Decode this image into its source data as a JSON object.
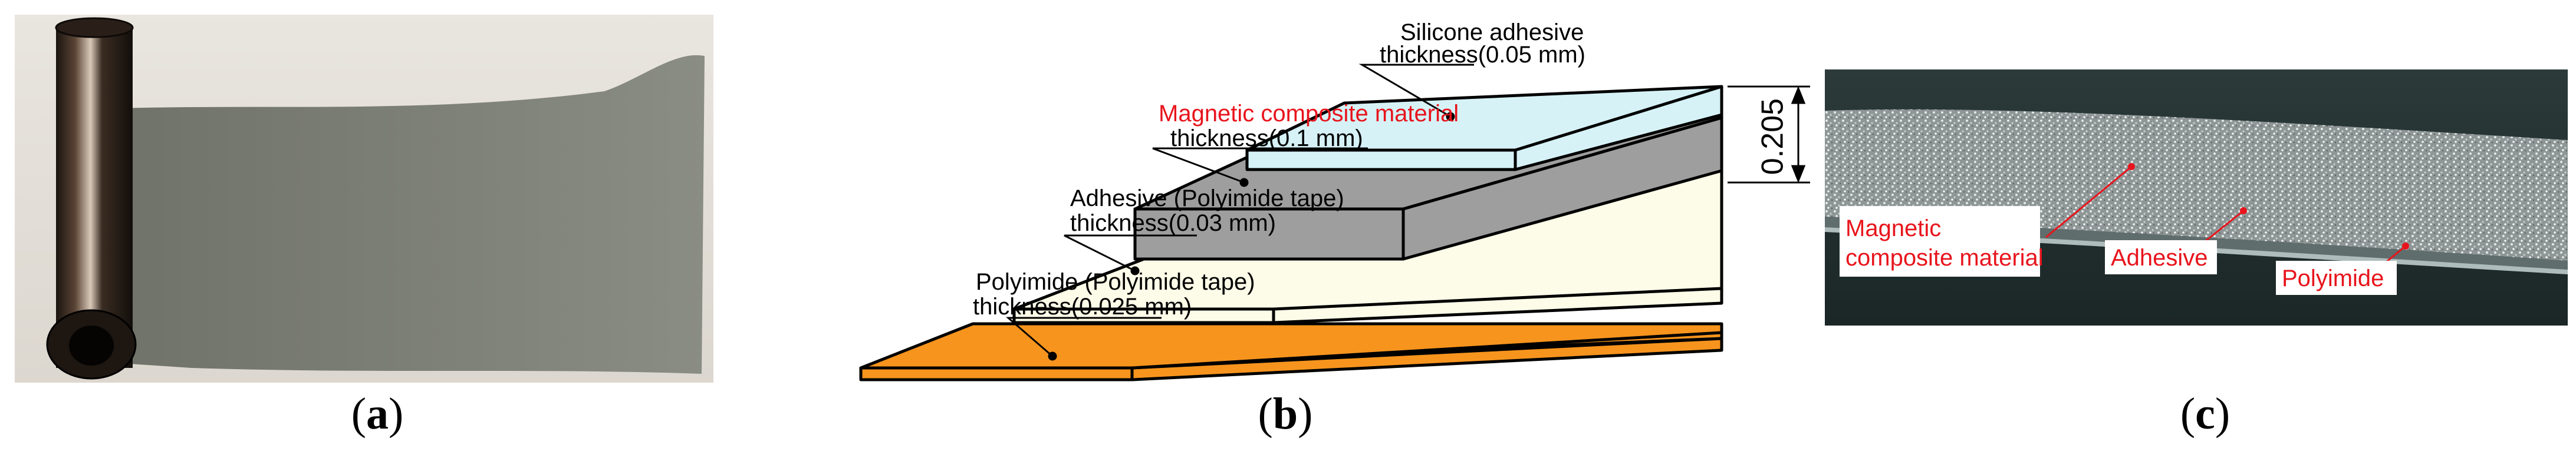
{
  "panels": {
    "a": {
      "label": "a"
    },
    "b": {
      "label": "b",
      "layers": [
        {
          "name": "Silicone adhesive",
          "thickness": "thickness(0.05 mm)",
          "name_color": "#000000"
        },
        {
          "name": "Magnetic composite material",
          "thickness": "thickness(0.1 mm)",
          "name_color": "#e8141c"
        },
        {
          "name": "Adhesive (Polyimide tape)",
          "thickness": "thickness(0.03 mm)",
          "name_color": "#000000"
        },
        {
          "name": "Polyimide (Polyimide tape)",
          "thickness": "thickness(0.025 mm)",
          "name_color": "#000000"
        }
      ],
      "total_dimension": "0.205",
      "colors": {
        "silicone": "#d6f2f7",
        "magnetic": "#9e9e9e",
        "adhesive": "#fdfce8",
        "polyimide": "#f7941d"
      }
    },
    "c": {
      "label": "c",
      "labels": {
        "magnetic_line1": "Magnetic",
        "magnetic_line2": "composite material",
        "adhesive": "Adhesive",
        "polyimide": "Polyimide"
      },
      "label_color": "#e8141c"
    }
  }
}
